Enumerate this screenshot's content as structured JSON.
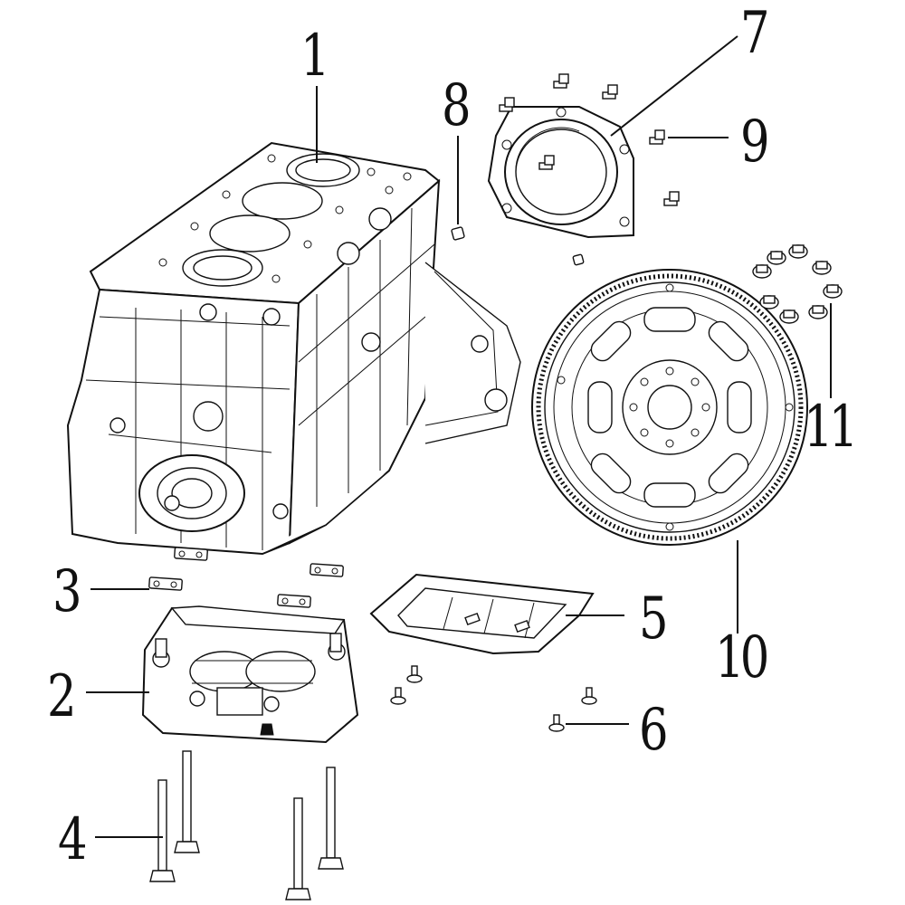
{
  "diagram": {
    "callouts": [
      {
        "id": "1",
        "text": "1"
      },
      {
        "id": "2",
        "text": "2"
      },
      {
        "id": "3",
        "text": "3"
      },
      {
        "id": "4",
        "text": "4"
      },
      {
        "id": "5",
        "text": "5"
      },
      {
        "id": "6",
        "text": "6"
      },
      {
        "id": "7",
        "text": "7"
      },
      {
        "id": "8",
        "text": "8"
      },
      {
        "id": "9",
        "text": "9"
      },
      {
        "id": "10",
        "text": "10"
      },
      {
        "id": "11",
        "text": "11"
      }
    ]
  }
}
